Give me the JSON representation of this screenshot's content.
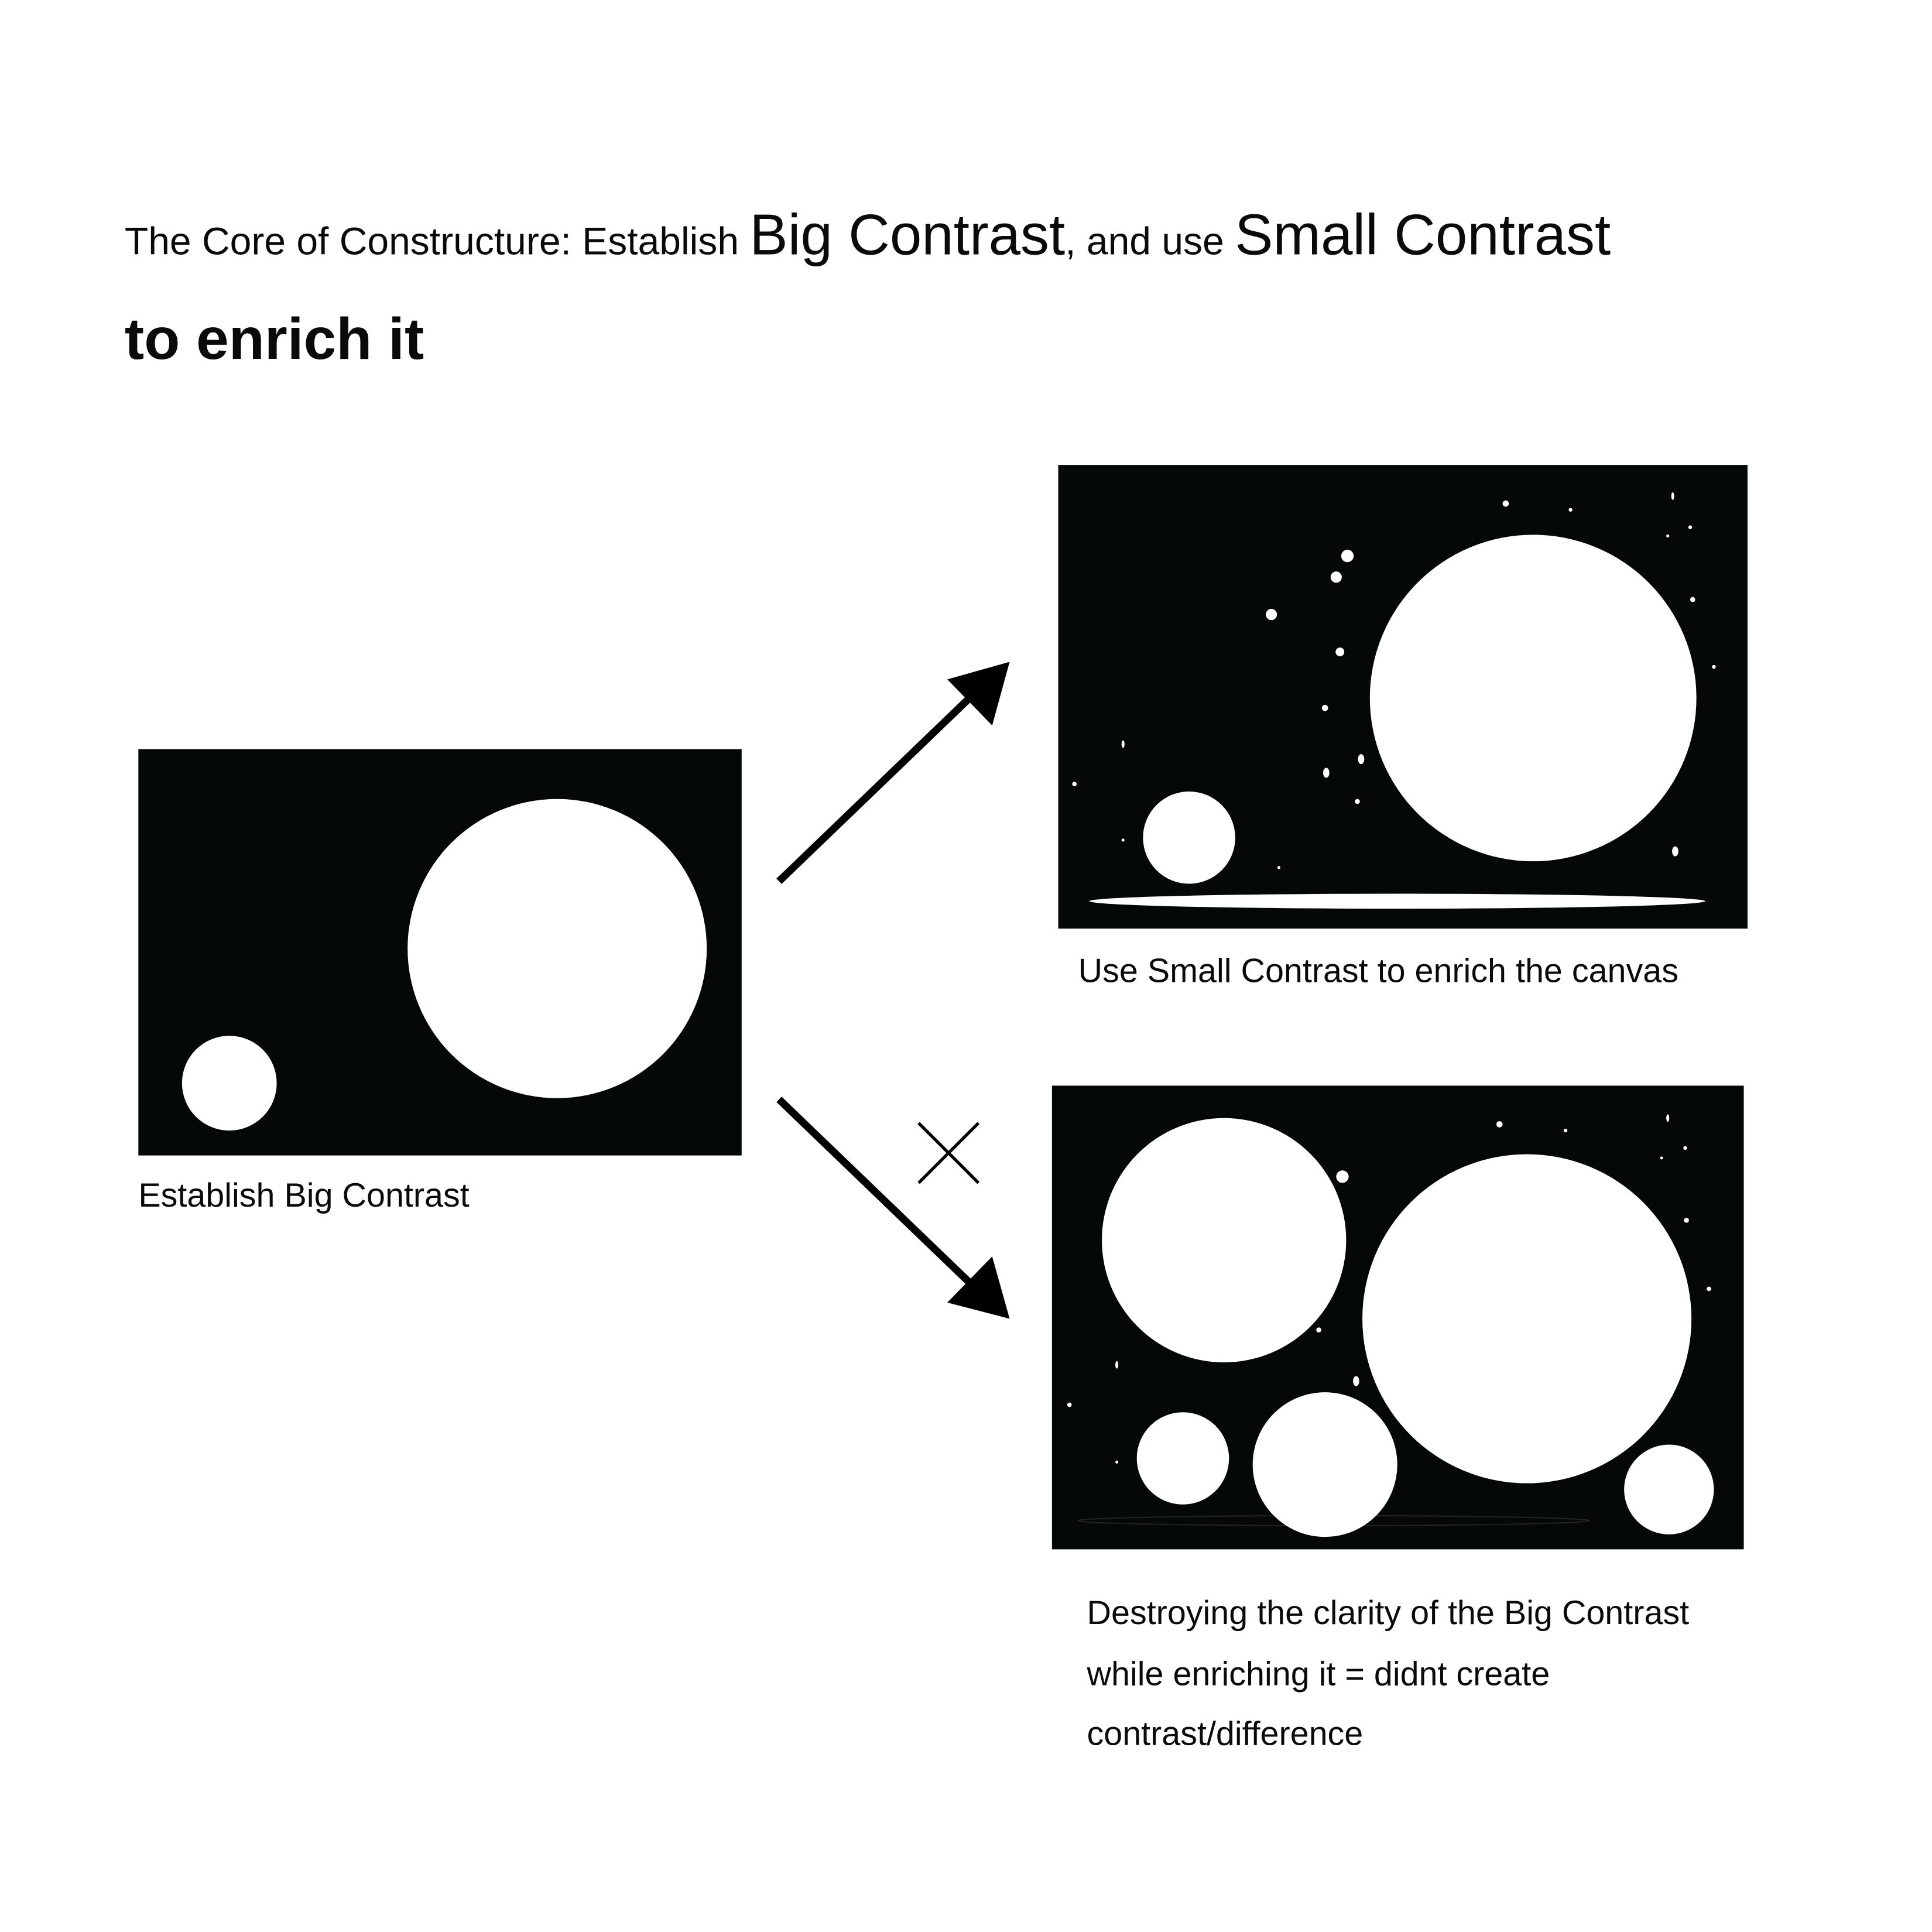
{
  "title": {
    "part1": "The Core of Constructure: Establish ",
    "part2": "Big Contrast",
    "part3": ", and use ",
    "part4": "Small Contrast",
    "line2": "to enrich it"
  },
  "panels": {
    "left_caption": "Establish Big Contrast",
    "top_right_caption": "Use Small Contrast to enrich the canvas",
    "bottom_right_caption": [
      "Destroying the clarity of the Big Contrast",
      "while enriching it = didnt create",
      "contrast/difference"
    ]
  },
  "colors": {
    "canvas": "#040807",
    "shape": "#ffffff",
    "ink": "#0a0a0a"
  }
}
